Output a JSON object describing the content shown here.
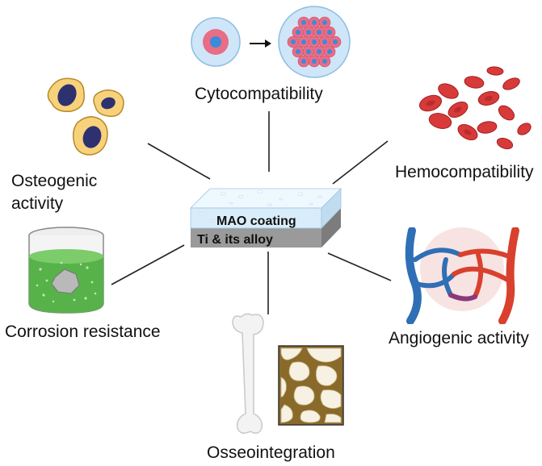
{
  "center": {
    "coating_label": "MAO coating",
    "substrate_label": "Ti & its alloy"
  },
  "properties": {
    "cytocompatibility": "Cytocompatibility",
    "hemocompatibility": "Hemocompatibility",
    "osteogenic_line1": "Osteogenic",
    "osteogenic_line2": "activity",
    "corrosion": "Corrosion resistance",
    "angiogenic": "Angiogenic activity",
    "osseointegration": "Osseointegration"
  },
  "colors": {
    "coating_top": "#dff0fb",
    "coating_side": "#cfe4f3",
    "substrate": "#9a9a9a",
    "cell_body": "#f7d27a",
    "cell_nucleus": "#2d3170",
    "blood": "#d83a3a",
    "artery": "#d9402e",
    "vein": "#2f6fb5",
    "solution": "#57b24a",
    "bone": "#f2f2f2",
    "trabecular": "#8a6a2a"
  },
  "icons": [
    "cell-proliferation-icon",
    "red-blood-cells-icon",
    "osteoblast-cells-icon",
    "corrosion-beaker-icon",
    "blood-vessel-network-icon",
    "femur-bone-icon",
    "trabecular-bone-icon"
  ]
}
